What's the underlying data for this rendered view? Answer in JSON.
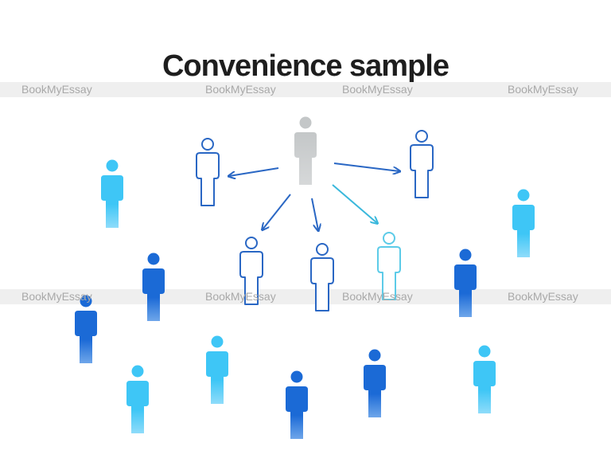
{
  "title": "Convenience sample",
  "watermark": "BookMyEssay",
  "colors": {
    "dark": "#1b6ad6",
    "light": "#3ec6f6",
    "gray": "#c9cccd",
    "outline_dark": "#2a67c4",
    "outline_cyan": "#5ccbe8"
  },
  "figures": [
    {
      "kind": "source",
      "color": "gray"
    },
    {
      "kind": "selected",
      "color": "outline_dark"
    },
    {
      "kind": "selected",
      "color": "outline_dark"
    },
    {
      "kind": "selected",
      "color": "outline_dark"
    },
    {
      "kind": "selected",
      "color": "outline_dark"
    },
    {
      "kind": "selected",
      "color": "outline_cyan"
    },
    {
      "kind": "population",
      "color": "light"
    },
    {
      "kind": "population",
      "color": "light"
    },
    {
      "kind": "population",
      "color": "dark"
    },
    {
      "kind": "population",
      "color": "dark"
    },
    {
      "kind": "population",
      "color": "dark"
    },
    {
      "kind": "population",
      "color": "light"
    },
    {
      "kind": "population",
      "color": "light"
    },
    {
      "kind": "population",
      "color": "dark"
    },
    {
      "kind": "population",
      "color": "dark"
    },
    {
      "kind": "population",
      "color": "light"
    }
  ]
}
